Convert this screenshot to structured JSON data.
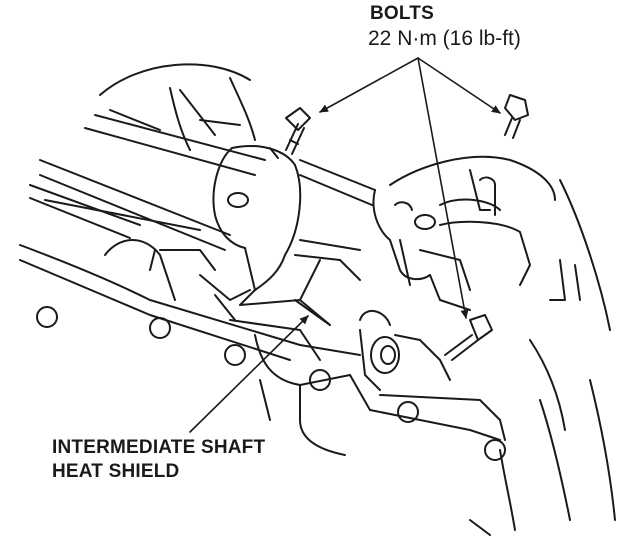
{
  "callouts": {
    "bolts": {
      "title": "BOLTS",
      "torque": "22 N·m (16 lb-ft)"
    },
    "heat_shield": {
      "line1": "INTERMEDIATE SHAFT",
      "line2": "HEAT SHIELD"
    }
  },
  "colors": {
    "ink": "#1a1a1a",
    "background": "#ffffff"
  }
}
